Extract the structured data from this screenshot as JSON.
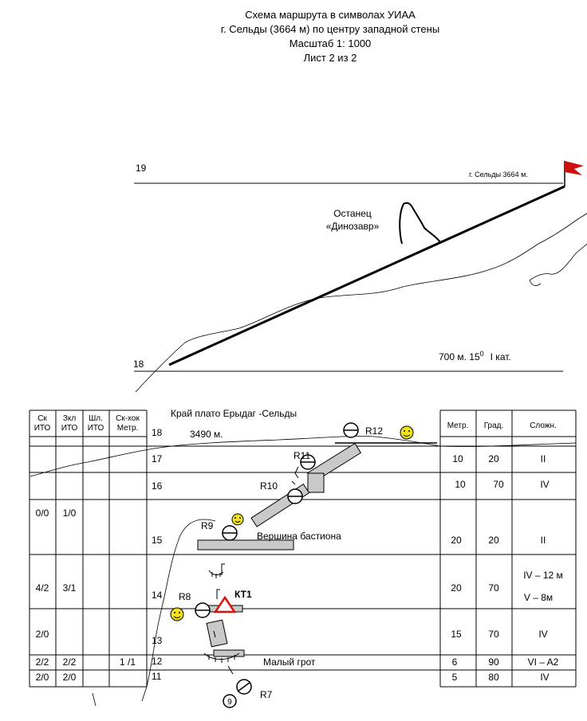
{
  "header": {
    "line1": "Схема маршрута в символах УИАА",
    "line2": "г. Сельды (3664 м) по центру западной стены",
    "line3": "Масштаб 1: 1000",
    "line4": "Лист 2 из 2"
  },
  "upper": {
    "segment_top": "19",
    "segment_bottom": "18",
    "summit_label": "г. Сельды 3664 м.",
    "formation_line1": "Останец",
    "formation_line2": "«Динозавр»",
    "route_main": "700 м. 15",
    "route_deg": "0",
    "route_cat": "I кат."
  },
  "table": {
    "left_headers": [
      {
        "l1": "Ск",
        "l2": "ИТО"
      },
      {
        "l1": "Зкл",
        "l2": "ИТО"
      },
      {
        "l1": "Шл.",
        "l2": "ИТО"
      },
      {
        "l1": "Ск-хок",
        "l2": "Метр."
      }
    ],
    "right_headers": [
      "Метр.",
      "Град.",
      "Сложн."
    ],
    "plateau_label": "Край плато Ерыдаг -Сельды",
    "plateau_alt": "3490 м.",
    "left_values": [
      {
        "col": 0,
        "text": "0/0"
      },
      {
        "col": 1,
        "text": "1/0"
      },
      {
        "col": 0,
        "text": "4/2"
      },
      {
        "col": 1,
        "text": "3/1"
      },
      {
        "col": 0,
        "text": "2/0"
      },
      {
        "col": 0,
        "text": "2/2"
      },
      {
        "col": 1,
        "text": "2/2"
      },
      {
        "col": 3,
        "text": "1 /1"
      },
      {
        "col": 0,
        "text": "2/0"
      },
      {
        "col": 1,
        "text": "2/0"
      }
    ],
    "segments": [
      "18",
      "17",
      "16",
      "15",
      "14",
      "13",
      "12",
      "11"
    ],
    "rows": [
      {
        "m": "10",
        "g": "20",
        "s": "II"
      },
      {
        "m": "10",
        "g": "70",
        "s": "IV"
      },
      {
        "m": "20",
        "g": "20",
        "s": "II"
      },
      {
        "m": "20",
        "g": "70",
        "s": "IV – 12 м",
        "s2": "V – 8м"
      },
      {
        "m": "15",
        "g": "70",
        "s": "IV"
      },
      {
        "m": "6",
        "g": "90",
        "s": "VI – A2"
      },
      {
        "m": "5",
        "g": "80",
        "s": "IV"
      }
    ],
    "belays": [
      "R12",
      "R11",
      "R10",
      "R9",
      "R8",
      "R7"
    ],
    "summit_bastion": "Вершина бастиона",
    "control_point": "КТ1",
    "small_grotto": "Малый грот",
    "bolt_number": "9"
  },
  "colors": {
    "flag": "#cc1111",
    "control_point": "#e01010",
    "smiley": "#f2e21a"
  }
}
